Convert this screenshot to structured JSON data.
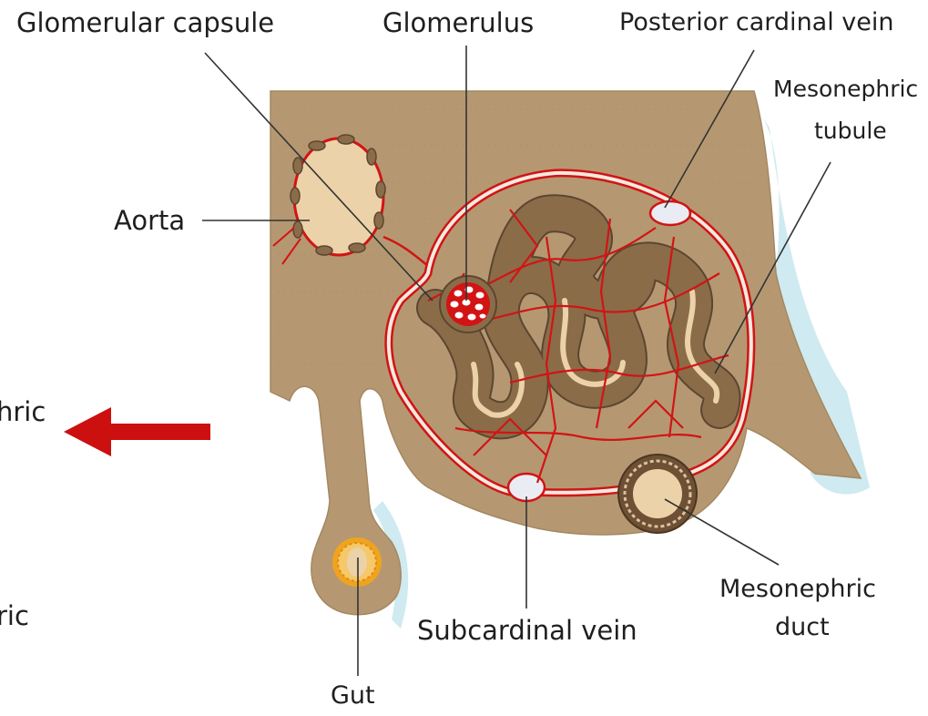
{
  "labels": {
    "glomerular_capsule": "Glomerular capsule",
    "glomerulus": "Glomerulus",
    "posterior_cardinal_vein": "Posterior cardinal vein",
    "mesonephric_tubule_line1": "Mesonephric",
    "mesonephric_tubule_line2": "tubule",
    "aorta": "Aorta",
    "subcardinal_vein": "Subcardinal vein",
    "mesonephric_duct_line1": "Mesonephric",
    "mesonephric_duct_line2": "duct",
    "gut": "Gut",
    "cut_label_upper": "hric",
    "cut_label_lower": "ric"
  },
  "colors": {
    "tissue": "#b59872",
    "tissue_shadow": "#9fd3df",
    "tubule": "#8a6c49",
    "tubule_edge": "#5c4630",
    "vessel": "#d21414",
    "lumen": "#ecd2a9",
    "vein": "#e9edf3",
    "gut_ring": "#f0a41e",
    "arrow": "#cc0f0f"
  }
}
